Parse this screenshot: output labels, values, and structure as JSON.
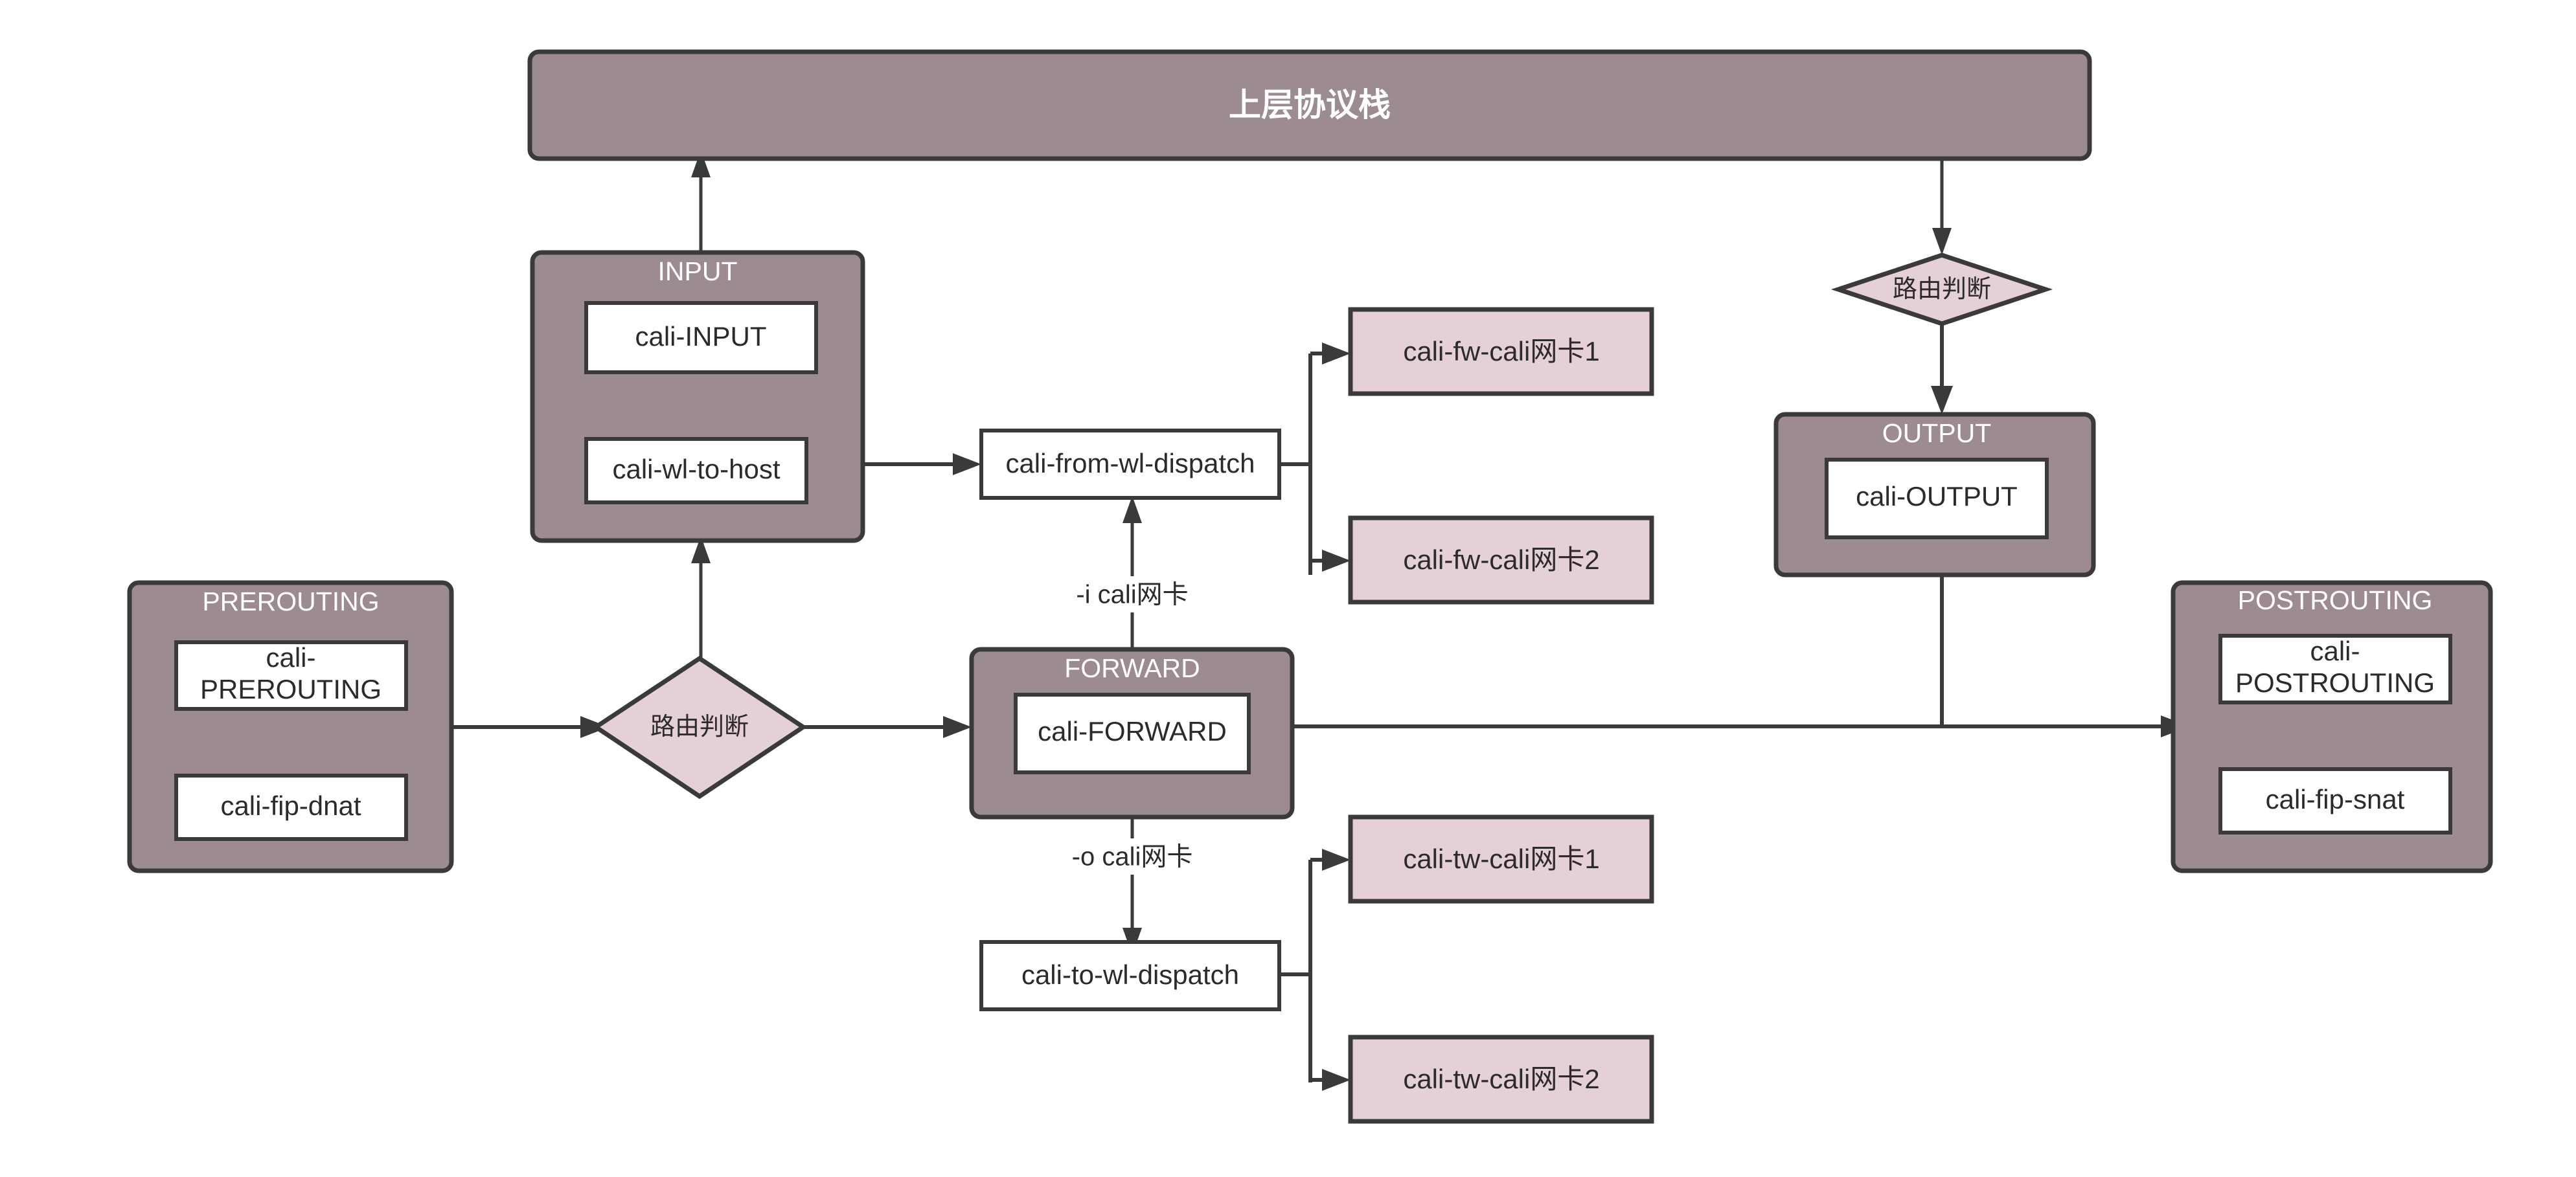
{
  "diagram": {
    "title": "上层协议栈",
    "banner": {
      "label": "上层协议栈"
    },
    "groups": [
      {
        "id": "prerouting",
        "title": "PREROUTING",
        "chains": [
          {
            "id": "cali-prerouting",
            "label": "cali-PREROUTING",
            "line1": "cali-",
            "line2": "PREROUTING"
          },
          {
            "id": "cali-fip-dnat",
            "label": "cali-fip-dnat"
          }
        ]
      },
      {
        "id": "input",
        "title": "INPUT",
        "chains": [
          {
            "id": "cali-input",
            "label": "cali-INPUT"
          },
          {
            "id": "cali-wl-to-host",
            "label": "cali-wl-to-host"
          }
        ]
      },
      {
        "id": "forward",
        "title": "FORWARD",
        "chains": [
          {
            "id": "cali-forward",
            "label": "cali-FORWARD"
          }
        ]
      },
      {
        "id": "output",
        "title": "OUTPUT",
        "chains": [
          {
            "id": "cali-output",
            "label": "cali-OUTPUT"
          }
        ]
      },
      {
        "id": "postrouting",
        "title": "POSTROUTING",
        "chains": [
          {
            "id": "cali-postrouting",
            "label": "cali-POSTROUTING",
            "line1": "cali-",
            "line2": "POSTROUTING"
          },
          {
            "id": "cali-fip-snat",
            "label": "cali-fip-snat"
          }
        ]
      }
    ],
    "decisions": [
      {
        "id": "route-decision-left",
        "label": "路由判断"
      },
      {
        "id": "route-decision-right",
        "label": "路由判断"
      }
    ],
    "dispatch_nodes": [
      {
        "id": "cali-from-wl-dispatch",
        "label": "cali-from-wl-dispatch"
      },
      {
        "id": "cali-to-wl-dispatch",
        "label": "cali-to-wl-dispatch"
      }
    ],
    "policy_chains": [
      {
        "id": "cali-fw-nic1",
        "label": "cali-fw-cali网卡1"
      },
      {
        "id": "cali-fw-nic2",
        "label": "cali-fw-cali网卡2"
      },
      {
        "id": "cali-tw-nic1",
        "label": "cali-tw-cali网卡1"
      },
      {
        "id": "cali-tw-nic2",
        "label": "cali-tw-cali网卡2"
      }
    ],
    "edge_labels": [
      {
        "id": "in-iface",
        "label": "-i cali网卡"
      },
      {
        "id": "out-iface",
        "label": "-o cali网卡"
      }
    ],
    "colors": {
      "group_fill": "#9c8b91",
      "pink_fill": "#e4d0d6",
      "chain_fill": "#ffffff",
      "stroke": "#3a3a3a",
      "group_title_text": "#ffffff",
      "body_text": "#2b2b2b",
      "background": "#ffffff"
    }
  }
}
